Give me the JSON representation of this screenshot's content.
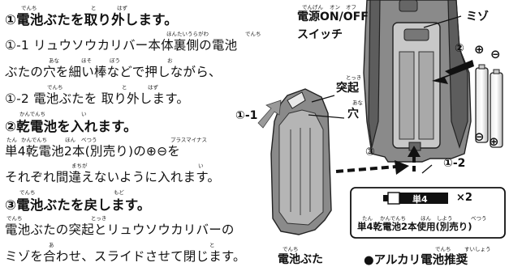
{
  "steps": {
    "s1_title": "①電池ぶたを取り外します。",
    "s1_1_a": "①-1 リュウソウカリバー本体裏側の電池",
    "s1_1_b": "ぶたの穴を細い棒などで押しながら、",
    "s1_2": "①-2 電池ぶたを 取り外します。",
    "s2_title": "②乾電池を入れます。",
    "s2_a": "単4乾電池2本(別売り)の⊕⊖を",
    "s2_b": "それぞれ間違えないように入れます。",
    "s3_title": "③電池ぶたを戻します。",
    "s3_a": "電池ぶたの突起とリュウソウカリバーの",
    "s3_b": "ミゾを合わせ、スライドさせて閉じます。"
  },
  "ruby": {
    "denchi": "でんち",
    "to": "と",
    "hazu": "はず",
    "hontai_uragawa": "ほんたいうらがわ",
    "ana": "あな",
    "hoso": "ほそ",
    "bou": "ぼう",
    "o": "お",
    "kandenchi": "かんでんち",
    "i": "い",
    "tan": "たん",
    "hon": "ほん",
    "betsuu": "べつう",
    "plus_minus": "プラスマイナス",
    "machiga": "まちが",
    "modo": "もど",
    "tokki": "とっき",
    "a": "あ",
    "den": "でんげん",
    "on": "オン",
    "off": "オフ",
    "shiyou": "しよう",
    "suishou": "すいしょう"
  },
  "labels": {
    "power_switch_1": "電源ON/OFF",
    "power_switch_2": "スイッチ",
    "mizo": "ミゾ",
    "tokki": "突起",
    "ana": "穴",
    "step_1_1": "①-1",
    "step_1_2": "①-2",
    "step_2": "②",
    "step_3": "③",
    "plus": "⊕",
    "minus": "⊖",
    "battery_cover": "電池ぶた"
  },
  "battery_box": {
    "type": "単4",
    "count": "×2",
    "caption": "単4乾電池2本使用(別売り)"
  },
  "alkaline": "●アルカリ電池推奨"
}
